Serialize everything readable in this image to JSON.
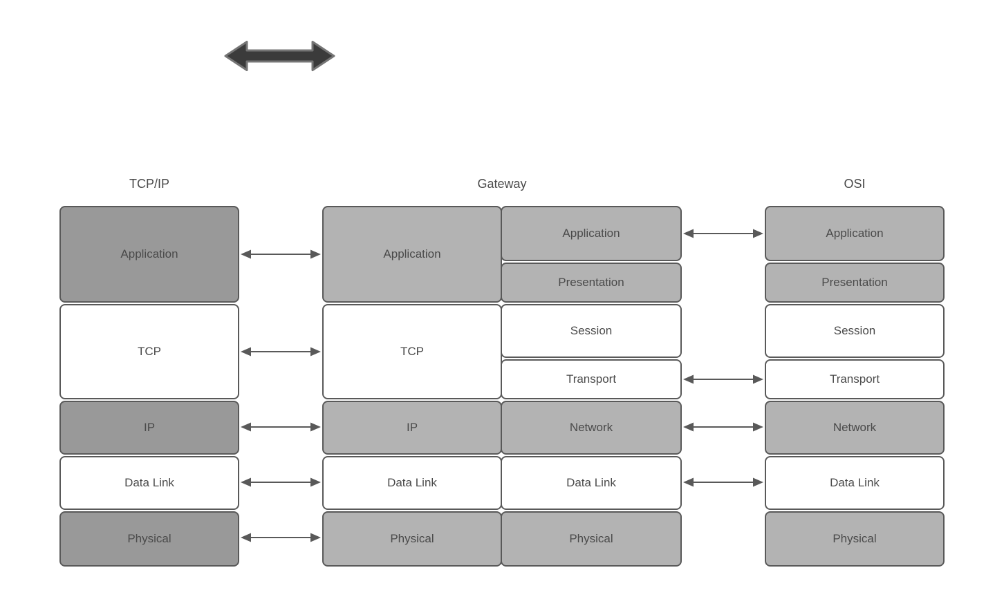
{
  "diagram": {
    "headers": {
      "tcpip": "TCP/IP",
      "gateway": "Gateway",
      "osi": "OSI"
    },
    "tcpip": {
      "layers": [
        {
          "label": "Application",
          "fill": "#999999"
        },
        {
          "label": "TCP",
          "fill": "#ffffff"
        },
        {
          "label": "IP",
          "fill": "#999999"
        },
        {
          "label": "Data Link",
          "fill": "#ffffff"
        },
        {
          "label": "Physical",
          "fill": "#999999"
        }
      ]
    },
    "gateway": {
      "left_layers": [
        {
          "label": "Application",
          "fill": "#b3b3b3"
        },
        {
          "label": "TCP",
          "fill": "#ffffff"
        },
        {
          "label": "IP",
          "fill": "#b3b3b3"
        },
        {
          "label": "Data Link",
          "fill": "#ffffff"
        },
        {
          "label": "Physical",
          "fill": "#b3b3b3"
        }
      ],
      "right_layers": [
        {
          "label": "Application",
          "fill": "#b3b3b3"
        },
        {
          "label": "Presentation",
          "fill": "#b3b3b3"
        },
        {
          "label": "Session",
          "fill": "#ffffff"
        },
        {
          "label": "Transport",
          "fill": "#ffffff"
        },
        {
          "label": "Network",
          "fill": "#b3b3b3"
        },
        {
          "label": "Data Link",
          "fill": "#ffffff"
        },
        {
          "label": "Physical",
          "fill": "#b3b3b3"
        }
      ]
    },
    "osi": {
      "layers": [
        {
          "label": "Application",
          "fill": "#b3b3b3"
        },
        {
          "label": "Presentation",
          "fill": "#b3b3b3"
        },
        {
          "label": "Session",
          "fill": "#ffffff"
        },
        {
          "label": "Transport",
          "fill": "#ffffff"
        },
        {
          "label": "Network",
          "fill": "#b3b3b3"
        },
        {
          "label": "Data Link",
          "fill": "#ffffff"
        },
        {
          "label": "Physical",
          "fill": "#b3b3b3"
        }
      ]
    },
    "connections": {
      "tcpip_gateway": [
        "Application",
        "TCP",
        "IP",
        "Data Link",
        "Physical"
      ],
      "gateway_osi": [
        "Application",
        "Transport",
        "Network",
        "Data Link"
      ]
    }
  },
  "colors": {
    "canvas-bg": "#ffffff",
    "box-border": "#595959",
    "box-fill-dark": "#999999",
    "box-fill-light": "#b3b3b3",
    "box-fill-white": "#ffffff",
    "text-color": "#4a4a4a",
    "connector": "#595959",
    "big-arrow-fill": "#3b3b3b",
    "big-arrow-stroke": "#757575"
  }
}
